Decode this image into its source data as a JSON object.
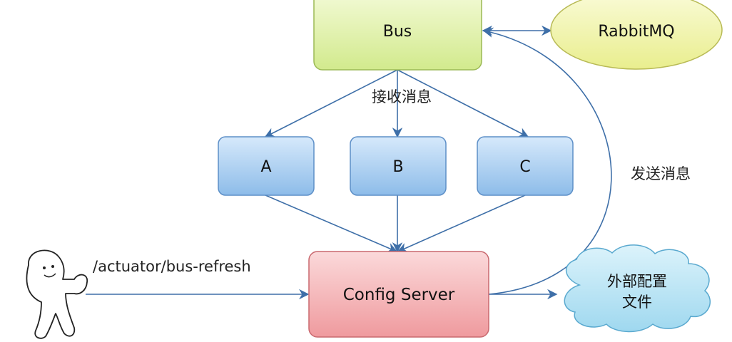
{
  "nodes": {
    "bus": "Bus",
    "rabbitmq": "RabbitMQ",
    "a": "A",
    "b": "B",
    "c": "C",
    "config_server": "Config Server",
    "external_config_line1": "外部配置",
    "external_config_line2": "文件"
  },
  "edges": {
    "receive_message": "接收消息",
    "send_message": "发送消息",
    "refresh_endpoint": "/actuator/bus-refresh"
  },
  "colors": {
    "bus_fill": "#e4f3b6",
    "rabbitmq_fill": "#f4f6b8",
    "service_fill": "#a8cdf0",
    "config_server_fill": "#f6b8bb",
    "cloud_fill": "#bfe6f6",
    "arrow": "#3e6fa8"
  }
}
